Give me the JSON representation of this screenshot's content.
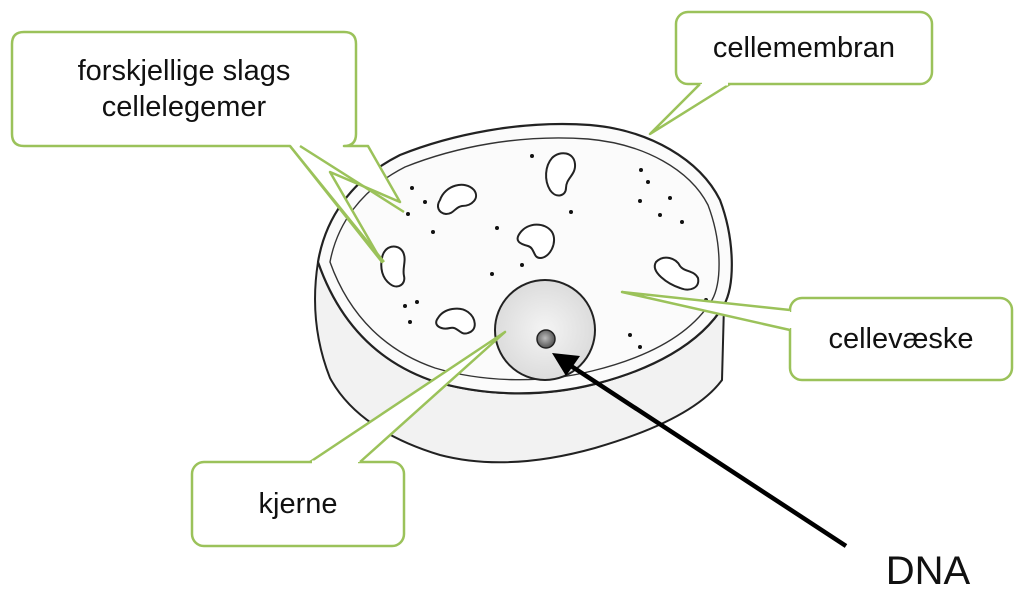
{
  "labels": {
    "organelles_line1": "forskjellige slags",
    "organelles_line2": "cellelegemer",
    "membrane": "cellemembran",
    "cytoplasm": "cellevæske",
    "nucleus": "kjerne",
    "dna": "DNA"
  },
  "colors": {
    "callout_border": "#9bc25a",
    "outline": "#222222",
    "arrow": "#000000",
    "shading": "#c9c9c9"
  }
}
